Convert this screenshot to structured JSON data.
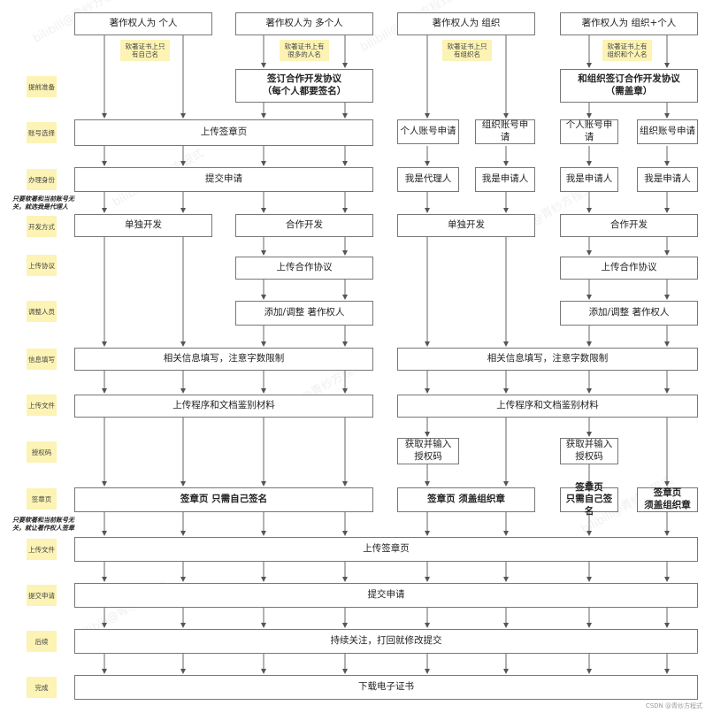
{
  "headers": [
    "著作权人为 个人",
    "著作权人为 多个人",
    "著作权人为 组织",
    "著作权人为 组织+个人"
  ],
  "notes": [
    "软著证书上只\n有自己名",
    "软著证书上有\n很多的人名",
    "软著证书上只\n有组织名",
    "软著证书上有\n组织和个人名"
  ],
  "side_labels": [
    "提前准备",
    "账号选择",
    "办理身份",
    "开发方式",
    "上传协议",
    "调整人员",
    "信息填写",
    "上传文件",
    "授权码",
    "签章页",
    "上传文件",
    "提交申请",
    "后续",
    "完成"
  ],
  "italic_notes": [
    "只要软著和当前账号无\n关，就选我是代理人",
    "只要软著和当前账号无\n关，就让著作权人签章"
  ],
  "boxes": {
    "agreement_multi": "签订合作开发协议\n（每个人都要签名）",
    "agreement_org": "和组织签订合作开发协议\n（需盖章）",
    "upload_sign_page_top": "上传签章页",
    "account_personal_1": "个人账号申请",
    "account_org_1": "组织账号申请",
    "account_personal_2": "个人账号申请",
    "account_org_2": "组织账号申请",
    "submit_top": "提交申请",
    "identity_agent": "我是代理人",
    "identity_applicant_1": "我是申请人",
    "identity_applicant_2": "我是申请人",
    "identity_applicant_3": "我是申请人",
    "dev_single_1": "单独开发",
    "dev_coop_1": "合作开发",
    "dev_single_2": "单独开发",
    "dev_coop_2": "合作开发",
    "upload_agreement_1": "上传合作协议",
    "upload_agreement_2": "上传合作协议",
    "adjust_1": "添加/调整 著作权人",
    "adjust_2": "添加/调整 著作权人",
    "info_left": "相关信息填写，注意字数限制",
    "info_right": "相关信息填写，注意字数限制",
    "upload_files_left": "上传程序和文档鉴别材料",
    "upload_files_right": "上传程序和文档鉴别材料",
    "auth_code_1": "获取并输入\n授权码",
    "auth_code_2": "获取并输入\n授权码",
    "sign_left": "签章页 只需自己签名",
    "sign_org": "签章页 须盖组织章",
    "sign_self": "签章页\n只需自己签名",
    "sign_org_stamp": "签章页\n须盖组织章",
    "upload_sign_page": "上传签章页",
    "submit_final": "提交申请",
    "follow_up": "持续关注，打回就修改提交",
    "download": "下载电子证书"
  },
  "watermark": "bilibili@青纱方程式",
  "credit": "CSDN @青纱方程式"
}
